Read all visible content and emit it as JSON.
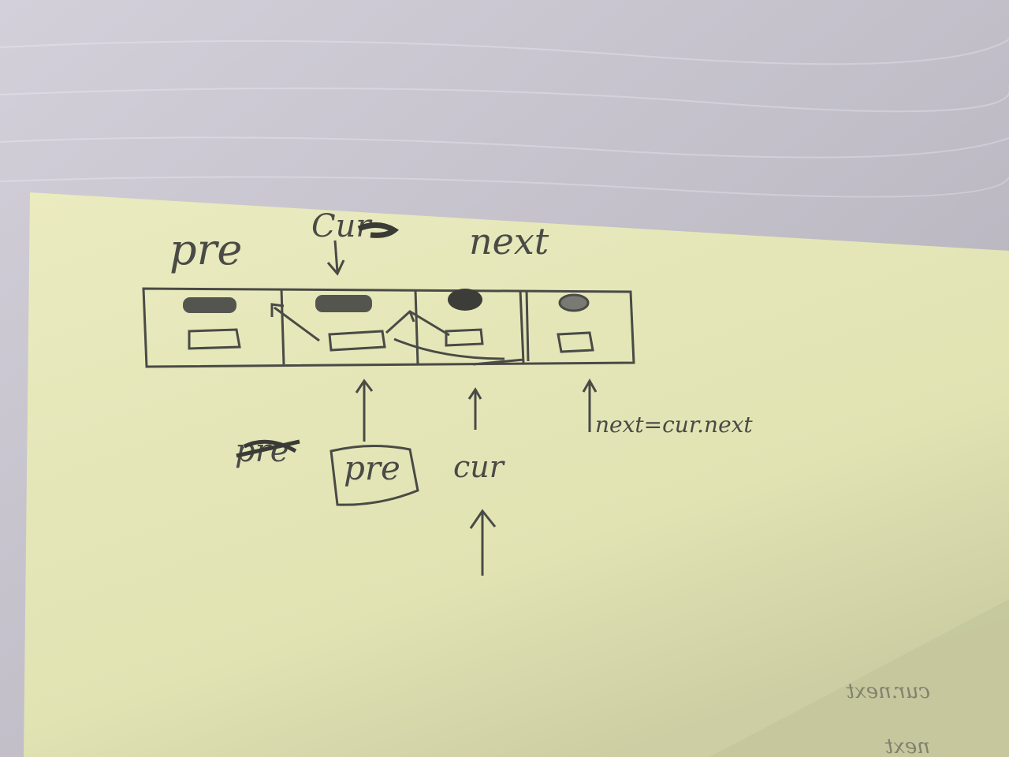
{
  "photo": {
    "colors": {
      "desk": "#c4c1cb",
      "paper": "#e6e7b8",
      "pencil": "#4a4a46"
    }
  },
  "diagram": {
    "top_labels": {
      "pre": "pre",
      "cur": "Cur",
      "next": "next"
    },
    "bottom_labels": {
      "crossed_out": "pre",
      "boxed_pre": "pre",
      "cur": "cur",
      "next_assignment": "next=cur.next"
    },
    "mirrored_text": {
      "line1": "cur.next",
      "line2": "next"
    }
  }
}
